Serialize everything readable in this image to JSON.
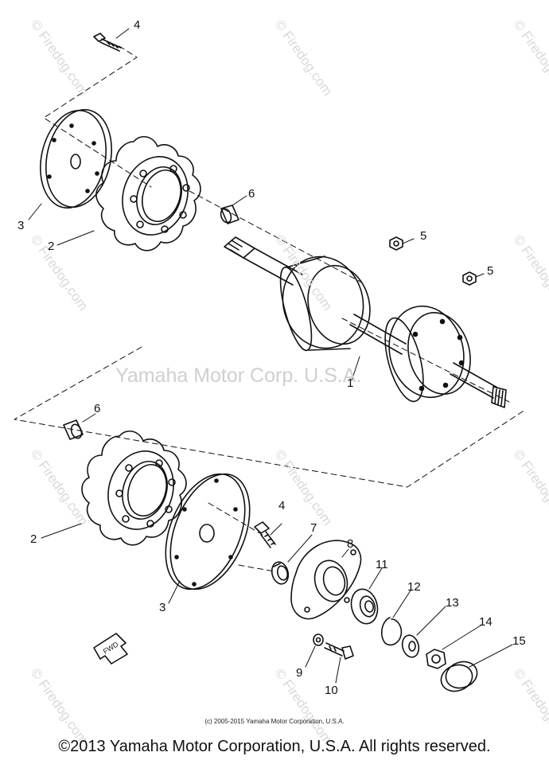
{
  "watermark": {
    "site": "© Firedog.com",
    "center": "Yamaha Motor Corp. U.S.A."
  },
  "callouts": {
    "c1": "1",
    "c2_top": "2",
    "c2_bottom": "2",
    "c3_top": "3",
    "c3_bottom": "3",
    "c4_top": "4",
    "c4_bottom": "4",
    "c5_a": "5",
    "c5_b": "5",
    "c6_top": "6",
    "c6_bottom": "6",
    "c7": "7",
    "c8": "8",
    "c9": "9",
    "c10": "10",
    "c11": "11",
    "c12": "12",
    "c13": "13",
    "c14": "14",
    "c15": "15"
  },
  "fwd_label": "FWD",
  "small_copyright": "(c) 2005-2015 Yamaha Motor Corporation, U.S.A.",
  "footer_copyright": "©2013 Yamaha Motor Corporation, U.S.A. All rights reserved."
}
